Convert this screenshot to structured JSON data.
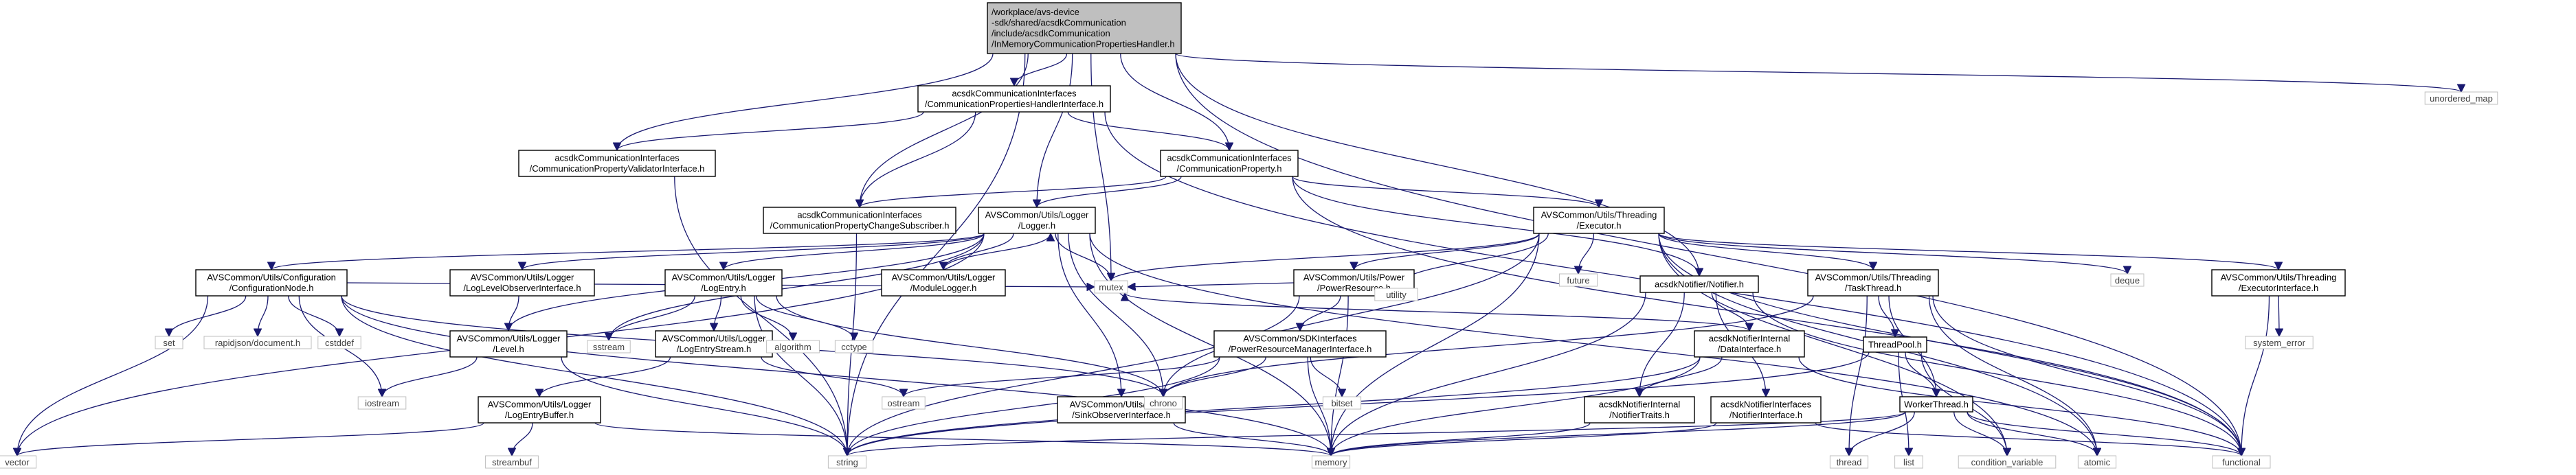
{
  "graph": {
    "nodes": [
      {
        "id": "root",
        "lines": [
          "/workplace/avs-device",
          "-sdk/shared/acsdkCommunication",
          "/include/acsdkCommunication",
          "/InMemoryCommunicationPropertiesHandler.h"
        ]
      },
      {
        "id": "cphi",
        "lines": [
          "acsdkCommunicationInterfaces",
          "/CommunicationPropertiesHandlerInterface.h"
        ]
      },
      {
        "id": "cpvi",
        "lines": [
          "acsdkCommunicationInterfaces",
          "/CommunicationPropertyValidatorInterface.h"
        ]
      },
      {
        "id": "cp",
        "lines": [
          "acsdkCommunicationInterfaces",
          "/CommunicationProperty.h"
        ]
      },
      {
        "id": "cpcs",
        "lines": [
          "acsdkCommunicationInterfaces",
          "/CommunicationPropertyChangeSubscriber.h"
        ]
      },
      {
        "id": "logger",
        "lines": [
          "AVSCommon/Utils/Logger",
          "/Logger.h"
        ]
      },
      {
        "id": "executor",
        "lines": [
          "AVSCommon/Utils/Threading",
          "/Executor.h"
        ]
      },
      {
        "id": "confnode",
        "lines": [
          "AVSCommon/Utils/Configuration",
          "/ConfigurationNode.h"
        ]
      },
      {
        "id": "llo",
        "lines": [
          "AVSCommon/Utils/Logger",
          "/LogLevelObserverInterface.h"
        ]
      },
      {
        "id": "logentry",
        "lines": [
          "AVSCommon/Utils/Logger",
          "/LogEntry.h"
        ]
      },
      {
        "id": "modlogger",
        "lines": [
          "AVSCommon/Utils/Logger",
          "/ModuleLogger.h"
        ]
      },
      {
        "id": "powres",
        "lines": [
          "AVSCommon/Utils/Power",
          "/PowerResource.h"
        ]
      },
      {
        "id": "notifier",
        "lines": [
          "acsdkNotifier/Notifier.h"
        ]
      },
      {
        "id": "tasktm",
        "lines": [
          "AVSCommon/Utils/Threading",
          "/TaskThread.h"
        ]
      },
      {
        "id": "execi",
        "lines": [
          "AVSCommon/Utils/Threading",
          "/ExecutorInterface.h"
        ]
      },
      {
        "id": "level",
        "lines": [
          "AVSCommon/Utils/Logger",
          "/Level.h"
        ]
      },
      {
        "id": "logstream",
        "lines": [
          "AVSCommon/Utils/Logger",
          "/LogEntryStream.h"
        ]
      },
      {
        "id": "prmi",
        "lines": [
          "AVSCommon/SDKInterfaces",
          "/PowerResourceManagerInterface.h"
        ]
      },
      {
        "id": "datai",
        "lines": [
          "acsdkNotifierInternal",
          "/DataInterface.h"
        ]
      },
      {
        "id": "threadpool",
        "lines": [
          "ThreadPool.h"
        ]
      },
      {
        "id": "logbuffer",
        "lines": [
          "AVSCommon/Utils/Logger",
          "/LogEntryBuffer.h"
        ]
      },
      {
        "id": "sinkobs",
        "lines": [
          "AVSCommon/Utils/Logger",
          "/SinkObserverInterface.h"
        ]
      },
      {
        "id": "ntraits",
        "lines": [
          "acsdkNotifierInternal",
          "/NotifierTraits.h"
        ]
      },
      {
        "id": "notifi",
        "lines": [
          "acsdkNotifierInterfaces",
          "/NotifierInterface.h"
        ]
      },
      {
        "id": "worker",
        "lines": [
          "WorkerThread.h"
        ]
      }
    ],
    "externals": [
      {
        "id": "unordered_map",
        "label": "unordered_map"
      },
      {
        "id": "mutex",
        "label": "mutex"
      },
      {
        "id": "future",
        "label": "future"
      },
      {
        "id": "deque",
        "label": "deque"
      },
      {
        "id": "utility",
        "label": "utility"
      },
      {
        "id": "system_error",
        "label": "system_error"
      },
      {
        "id": "set",
        "label": "set"
      },
      {
        "id": "rapidjson",
        "label": "rapidjson/document.h"
      },
      {
        "id": "cstddef",
        "label": "cstddef"
      },
      {
        "id": "sstream",
        "label": "sstream"
      },
      {
        "id": "algorithm",
        "label": "algorithm"
      },
      {
        "id": "cctype",
        "label": "cctype"
      },
      {
        "id": "iostream",
        "label": "iostream"
      },
      {
        "id": "ostream",
        "label": "ostream"
      },
      {
        "id": "bitset",
        "label": "bitset"
      },
      {
        "id": "chrono",
        "label": "chrono"
      },
      {
        "id": "vector",
        "label": "vector"
      },
      {
        "id": "streambuf",
        "label": "streambuf"
      },
      {
        "id": "string",
        "label": "string"
      },
      {
        "id": "memory",
        "label": "memory"
      },
      {
        "id": "thread",
        "label": "thread"
      },
      {
        "id": "list",
        "label": "list"
      },
      {
        "id": "condvar",
        "label": "condition_variable"
      },
      {
        "id": "atomic",
        "label": "atomic"
      },
      {
        "id": "functional",
        "label": "functional"
      }
    ],
    "edges": [
      [
        "root",
        "cphi"
      ],
      [
        "root",
        "cpvi"
      ],
      [
        "root",
        "cp"
      ],
      [
        "root",
        "cpcs"
      ],
      [
        "root",
        "logger"
      ],
      [
        "root",
        "mutex"
      ],
      [
        "root",
        "notifier"
      ],
      [
        "root",
        "unordered_map"
      ],
      [
        "root",
        "functional"
      ],
      [
        "root",
        "string"
      ],
      [
        "cphi",
        "cpvi"
      ],
      [
        "cphi",
        "cp"
      ],
      [
        "cphi",
        "cpcs"
      ],
      [
        "cphi",
        "functional"
      ],
      [
        "cpvi",
        "string"
      ],
      [
        "cp",
        "cpcs"
      ],
      [
        "cp",
        "logger"
      ],
      [
        "cp",
        "executor"
      ],
      [
        "cp",
        "notifier"
      ],
      [
        "cp",
        "functional"
      ],
      [
        "cpcs",
        "string"
      ],
      [
        "logger",
        "confnode"
      ],
      [
        "logger",
        "llo"
      ],
      [
        "logger",
        "logentry"
      ],
      [
        "logger",
        "modlogger"
      ],
      [
        "logger",
        "level"
      ],
      [
        "logger",
        "sinkobs"
      ],
      [
        "logger",
        "mutex"
      ],
      [
        "logger",
        "chrono"
      ],
      [
        "logger",
        "sstream"
      ],
      [
        "logger",
        "atomic"
      ],
      [
        "logger",
        "vector"
      ],
      [
        "logger",
        "memory"
      ],
      [
        "modlogger",
        "logger"
      ],
      [
        "executor",
        "powres"
      ],
      [
        "executor",
        "tasktm"
      ],
      [
        "executor",
        "execi"
      ],
      [
        "executor",
        "mutex"
      ],
      [
        "executor",
        "future"
      ],
      [
        "executor",
        "deque"
      ],
      [
        "executor",
        "utility"
      ],
      [
        "executor",
        "chrono"
      ],
      [
        "executor",
        "memory"
      ],
      [
        "executor",
        "atomic"
      ],
      [
        "executor",
        "condvar"
      ],
      [
        "executor",
        "functional"
      ],
      [
        "confnode",
        "set"
      ],
      [
        "confnode",
        "rapidjson"
      ],
      [
        "confnode",
        "cstddef"
      ],
      [
        "confnode",
        "iostream"
      ],
      [
        "confnode",
        "mutex"
      ],
      [
        "confnode",
        "vector"
      ],
      [
        "confnode",
        "string"
      ],
      [
        "confnode",
        "chrono"
      ],
      [
        "confnode",
        "memory"
      ],
      [
        "llo",
        "level"
      ],
      [
        "logentry",
        "logstream"
      ],
      [
        "logentry",
        "sstream"
      ],
      [
        "logentry",
        "algorithm"
      ],
      [
        "logentry",
        "cctype"
      ],
      [
        "logentry",
        "string"
      ],
      [
        "logentry",
        "chrono"
      ],
      [
        "level",
        "iostream"
      ],
      [
        "level",
        "string"
      ],
      [
        "logstream",
        "logbuffer"
      ],
      [
        "logstream",
        "ostream"
      ],
      [
        "logbuffer",
        "vector"
      ],
      [
        "logbuffer",
        "streambuf"
      ],
      [
        "logbuffer",
        "memory"
      ],
      [
        "powres",
        "prmi"
      ],
      [
        "powres",
        "mutex"
      ],
      [
        "powres",
        "utility"
      ],
      [
        "powres",
        "memory"
      ],
      [
        "powres",
        "string"
      ],
      [
        "prmi",
        "chrono"
      ],
      [
        "prmi",
        "bitset"
      ],
      [
        "prmi",
        "ostream"
      ],
      [
        "prmi",
        "memory"
      ],
      [
        "prmi",
        "string"
      ],
      [
        "sinkobs",
        "memory"
      ],
      [
        "notifier",
        "datai"
      ],
      [
        "notifier",
        "ntraits"
      ],
      [
        "notifier",
        "notifi"
      ],
      [
        "notifier",
        "memory"
      ],
      [
        "notifier",
        "functional"
      ],
      [
        "datai",
        "ntraits"
      ],
      [
        "datai",
        "memory"
      ],
      [
        "datai",
        "mutex"
      ],
      [
        "datai",
        "functional"
      ],
      [
        "datai",
        "string"
      ],
      [
        "ntraits",
        "memory"
      ],
      [
        "notifi",
        "memory"
      ],
      [
        "notifi",
        "functional"
      ],
      [
        "tasktm",
        "threadpool"
      ],
      [
        "tasktm",
        "worker"
      ],
      [
        "tasktm",
        "thread"
      ],
      [
        "tasktm",
        "atomic"
      ],
      [
        "tasktm",
        "functional"
      ],
      [
        "tasktm",
        "chrono"
      ],
      [
        "threadpool",
        "worker"
      ],
      [
        "threadpool",
        "list"
      ],
      [
        "threadpool",
        "condvar"
      ],
      [
        "threadpool",
        "string"
      ],
      [
        "worker",
        "thread"
      ],
      [
        "worker",
        "atomic"
      ],
      [
        "worker",
        "condvar"
      ],
      [
        "worker",
        "functional"
      ],
      [
        "worker",
        "memory"
      ],
      [
        "worker",
        "string"
      ],
      [
        "execi",
        "system_error"
      ],
      [
        "execi",
        "functional"
      ]
    ]
  }
}
